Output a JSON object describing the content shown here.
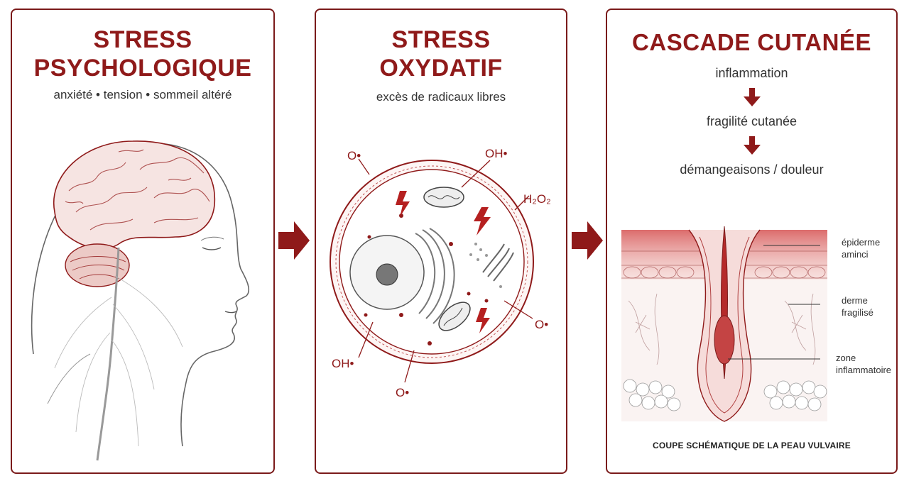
{
  "panel1": {
    "title_line1": "STRESS",
    "title_line2": "PSYCHOLOGIQUE",
    "subtitle": "anxiété • tension • sommeil altéré"
  },
  "panel2": {
    "title_line1": "STRESS",
    "title_line2": "OXYDATIF",
    "subtitle": "excès de radicaux libres",
    "radicals": [
      "O•",
      "OH•",
      "H₂O₂",
      "O•",
      "OH•",
      "O•"
    ]
  },
  "panel3": {
    "title": "CASCADE CUTANÉE",
    "steps": [
      "inflammation",
      "fragilité cutanée",
      "démangeaisons / douleur"
    ],
    "label_epiderme_1": "épiderme",
    "label_epiderme_2": "aminci",
    "label_derme_1": "derme",
    "label_derme_2": "fragilisé",
    "label_zone_1": "zone",
    "label_zone_2": "inflammatoire",
    "caption": "COUPE SCHÉMATIQUE DE LA PEAU VULVAIRE"
  },
  "colors": {
    "accent": "#8f1a1a",
    "border": "#7a1a1a",
    "text": "#333333"
  }
}
